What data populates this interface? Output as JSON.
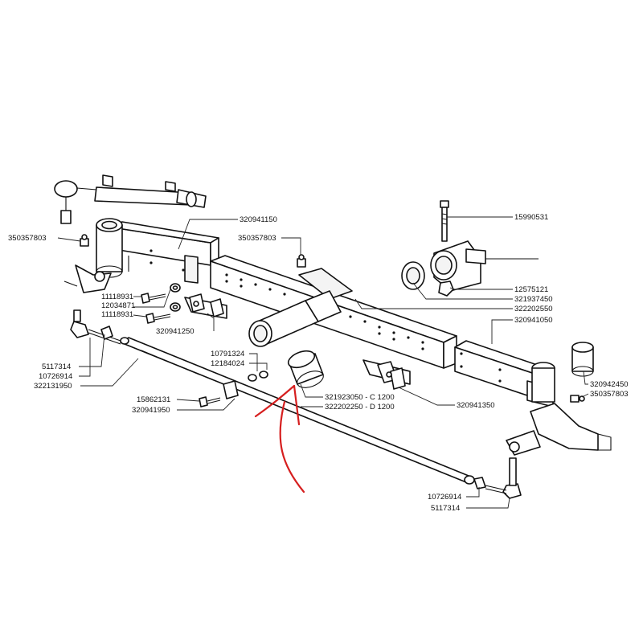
{
  "labels": {
    "p320941150": "320941150",
    "p15990531": "15990531",
    "p350357803_a": "350357803",
    "p350357803_b": "350357803",
    "p11118931_a": "11118931",
    "p12034871": "12034871",
    "p11118931_b": "11118931",
    "p12575121": "12575121",
    "p321937450": "321937450",
    "p322202550": "322202550",
    "p320941050": "320941050",
    "p320941250": "320941250",
    "p10791324": "10791324",
    "p12184024": "12184024",
    "p5117314_a": "5117314",
    "p10726914_a": "10726914",
    "p322131950": "322131950",
    "p320942450": "320942450",
    "p350357803_c": "350357803",
    "p15862131": "15862131",
    "p320941950": "320941950",
    "p321923050": "321923050 - C 1200",
    "p322202250": "322202250 - D 1200",
    "p320941350": "320941350",
    "p10726914_b": "10726914",
    "p5117314_b": "5117314"
  },
  "colors": {
    "line": "#111111",
    "highlight_mark": "#d61f1f"
  }
}
